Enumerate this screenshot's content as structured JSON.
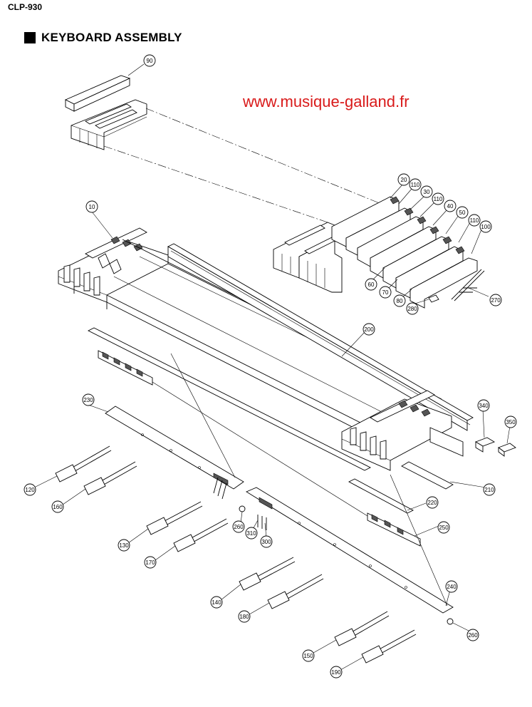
{
  "header": {
    "model": "CLP-930"
  },
  "title": {
    "text": "KEYBOARD ASSEMBLY"
  },
  "watermark": {
    "text": "www.musique-galland.fr"
  },
  "parts": {
    "p10": "10",
    "p20": "20",
    "p30": "30",
    "p40": "40",
    "p50": "50",
    "p60": "60",
    "p70": "70",
    "p80": "80",
    "p90": "90",
    "p100": "100",
    "p110a": "110",
    "p110b": "110",
    "p110c": "110",
    "p120": "120",
    "p130": "130",
    "p140": "140",
    "p150": "150",
    "p160": "160",
    "p170": "170",
    "p180": "180",
    "p190": "190",
    "p200": "200",
    "p210": "210",
    "p220": "220",
    "p230": "230",
    "p240": "240",
    "p250": "250",
    "p260a": "260",
    "p260b": "260",
    "p270": "270",
    "p280": "280",
    "p300": "300",
    "p310": "310",
    "p340": "340",
    "p350": "350"
  }
}
